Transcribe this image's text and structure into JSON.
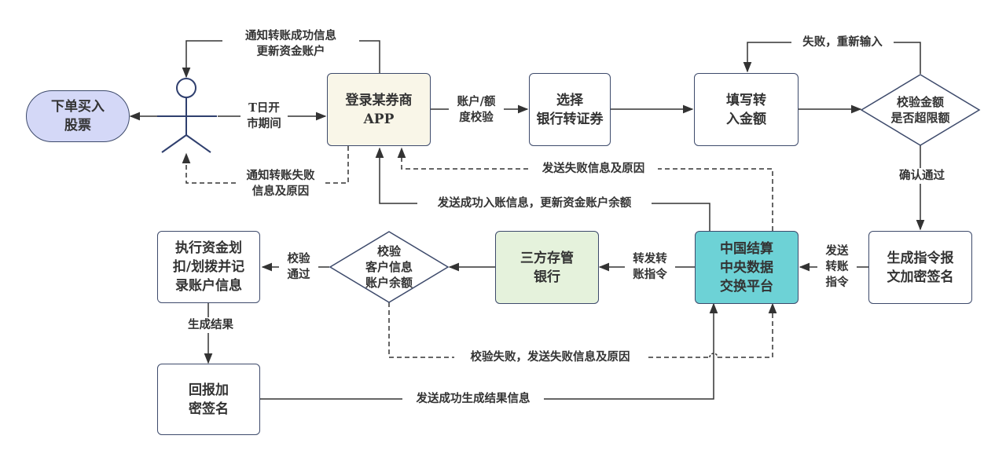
{
  "nodes": {
    "buy_stock": "下单买入\n股票",
    "login_app": "登录某券商\nAPP",
    "select_transfer": "选择\n银行转证券",
    "fill_amount": "填写转\n入金额",
    "check_limit": "校验金额\n是否超限额",
    "gen_instruction": "生成指令报\n文加密签名",
    "csdc": "中国结算\n中央数据\n交换平台",
    "custody_bank": "三方存管\n银行",
    "verify_client": "校验\n客户信息\n账户余额",
    "execute": "执行资金划\n扣/划拨并记\n录账户信息",
    "report_sign": "回报加\n密签名"
  },
  "edges": {
    "notify_success": "通知转账成功信息\n更新资金账户",
    "t_day": "T日开\n市期间",
    "notify_fail": "通知转账失败\n信息及原因",
    "account_check": "账户/额\n度校验",
    "retry": "失败，重新输入",
    "confirm_pass": "确认通过",
    "send_fail_reason": "发送失败信息及原因",
    "send_success_credit": "发送成功入账信息，更新资金账户余额",
    "send_transfer": "发送\n转账\n指令",
    "forward_transfer": "转发转\n账指令",
    "verify_pass": "校验\n通过",
    "gen_result": "生成结果",
    "verify_fail": "校验失败，发送失败信息及原因",
    "send_result_success": "发送成功生成结果信息"
  },
  "colors": {
    "buy_stock_fill": "#d4d8f7",
    "login_fill": "#f9f6e8",
    "csdc_fill": "#6dd2d6",
    "bank_fill": "#e5f2dc",
    "stroke": "#3d4a6b",
    "line": "#333333"
  }
}
